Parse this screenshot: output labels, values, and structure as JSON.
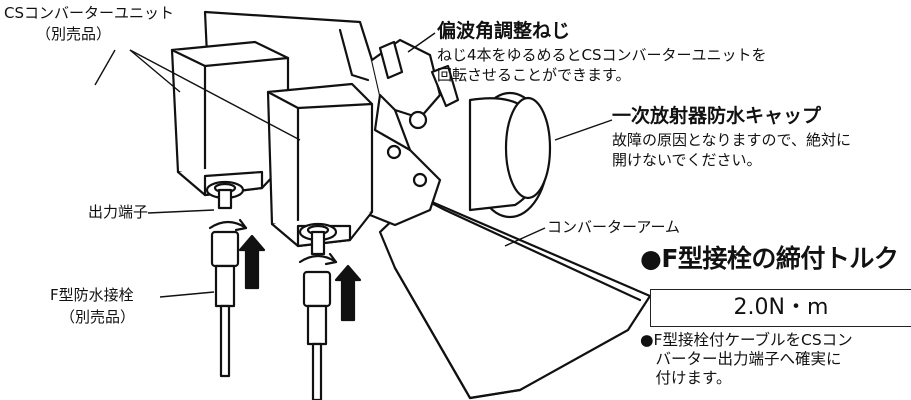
{
  "labels": {
    "cs_unit": "CSコンバーターユニット",
    "cs_unit_sub": "（別売品）",
    "output_terminal": "出力端子",
    "f_plug": "F型防水接栓",
    "f_plug_sub": "（別売品）",
    "converter_arm": "コンバーターアーム"
  },
  "callouts": {
    "polarization_title": "偏波角調整ねじ",
    "polarization_note_1": "ねじ4本をゆるめるとCSコンバーターユニットを",
    "polarization_note_2": "回転させることができます。",
    "cap_title": "一次放射器防水キャップ",
    "cap_note_1": "故障の原因となりますので、絶対に",
    "cap_note_2": "開けないでください。"
  },
  "torque": {
    "title": "●F型接栓の締付トルク",
    "value": "2.0N・m",
    "note_1": "●F型接栓付ケーブルをCSコン",
    "note_2": "　バーター出力端子へ確実に",
    "note_3": "　付けます。"
  },
  "colors": {
    "line": "#111111",
    "fill": "#ffffff"
  }
}
